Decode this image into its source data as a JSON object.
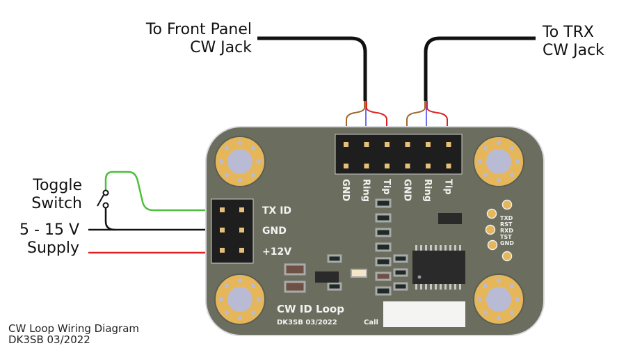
{
  "labels": {
    "front_panel": [
      "To Front Panel",
      "CW Jack"
    ],
    "trx": [
      "To TRX",
      "CW Jack"
    ],
    "toggle": [
      "Toggle",
      "Switch"
    ],
    "supply": [
      "5 - 15 V",
      "Supply"
    ]
  },
  "board": {
    "power_header_pins": [
      "TX ID",
      "GND",
      "+12V"
    ],
    "jack_header_pins": [
      "GND",
      "Ring",
      "Tip",
      "GND",
      "Ring",
      "Tip"
    ],
    "prog_pins": [
      "TXD",
      "RST",
      "RXD",
      "TST",
      "GND"
    ],
    "title": "CW ID Loop",
    "subtitle": "DK3SB 03/2022",
    "call_label": "Call"
  },
  "footer": {
    "title": "CW Loop Wiring Diagram",
    "author": "DK3SB 03/2022"
  },
  "colors": {
    "pcb": "#6b6e5e",
    "pad_gold": "#e6b75a",
    "hole": "#b9bbd4",
    "wire_black": "#111111",
    "wire_red": "#e02020",
    "wire_green": "#4cbf3a",
    "wire_brown": "#a0682a",
    "wire_blue": "#3a3af0"
  }
}
